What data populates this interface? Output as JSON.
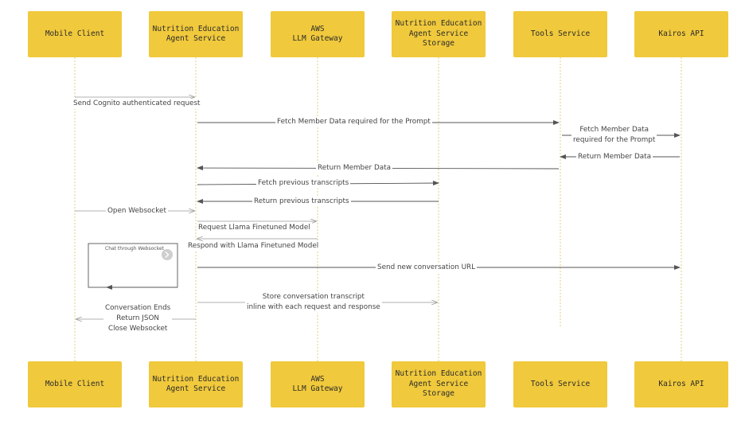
{
  "participants": [
    "Mobile Client",
    "Nutrition Education\nAgent Service",
    "AWS\nLLM Gateway",
    "Nutrition Education\nAgent Service\nStorage",
    "Tools Service",
    "Kairos API"
  ],
  "messages": {
    "m1": "Send Cognito authenticated request",
    "m2": "Fetch  Member Data required for the Prompt",
    "m3": "Fetch Member Data\nrequired for the Prompt",
    "m4": "Return Member Data",
    "m5": "Return Member Data",
    "m6": "Fetch previous transcripts",
    "m7": "Return previous transcripts",
    "m8": "Open Websocket",
    "m9": "Request Llama Finetuned Model",
    "m10": "Respond with Llama Finetuned Model",
    "m11": "Send new conversation URL",
    "m12": "Store conversation transcript\ninline with each request and response",
    "m13": "Conversation Ends\nReturn JSON\nClose Websocket"
  },
  "loop": {
    "label": "Chat through Websocket"
  },
  "colors": {
    "actor": "#f0c93c",
    "line": "#777777",
    "lifeline": "#e2cf82"
  }
}
